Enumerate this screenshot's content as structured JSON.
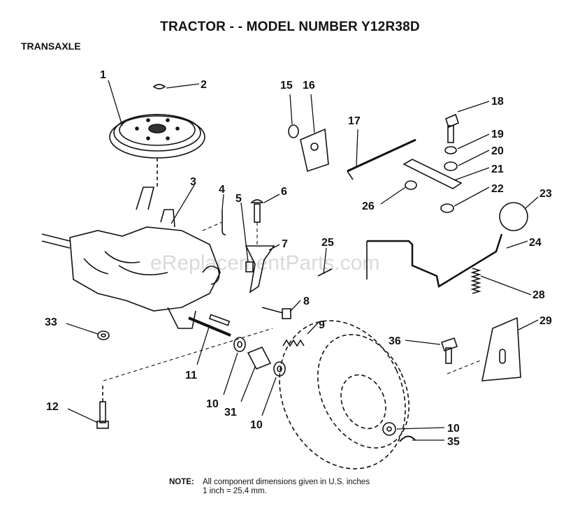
{
  "title": "TRACTOR - - MODEL NUMBER Y12R38D",
  "section": "TRANSAXLE",
  "watermark": "eReplacementParts.com",
  "note": {
    "label": "NOTE:",
    "line1": "All component dimensions given in U.S. inches",
    "line2": "1 inch = 25,4 mm."
  },
  "parts": {
    "p1": "1",
    "p2": "2",
    "p3": "3",
    "p4": "4",
    "p5": "5",
    "p6": "6",
    "p7": "7",
    "p8": "8",
    "p9": "9",
    "p10a": "10",
    "p10b": "10",
    "p10c": "10",
    "p11": "11",
    "p12": "12",
    "p15": "15",
    "p16": "16",
    "p17": "17",
    "p18": "18",
    "p19": "19",
    "p20": "20",
    "p21": "21",
    "p22": "22",
    "p23": "23",
    "p24": "24",
    "p25": "25",
    "p26": "26",
    "p28": "28",
    "p29": "29",
    "p31": "31",
    "p33": "33",
    "p35": "35",
    "p36": "36"
  }
}
